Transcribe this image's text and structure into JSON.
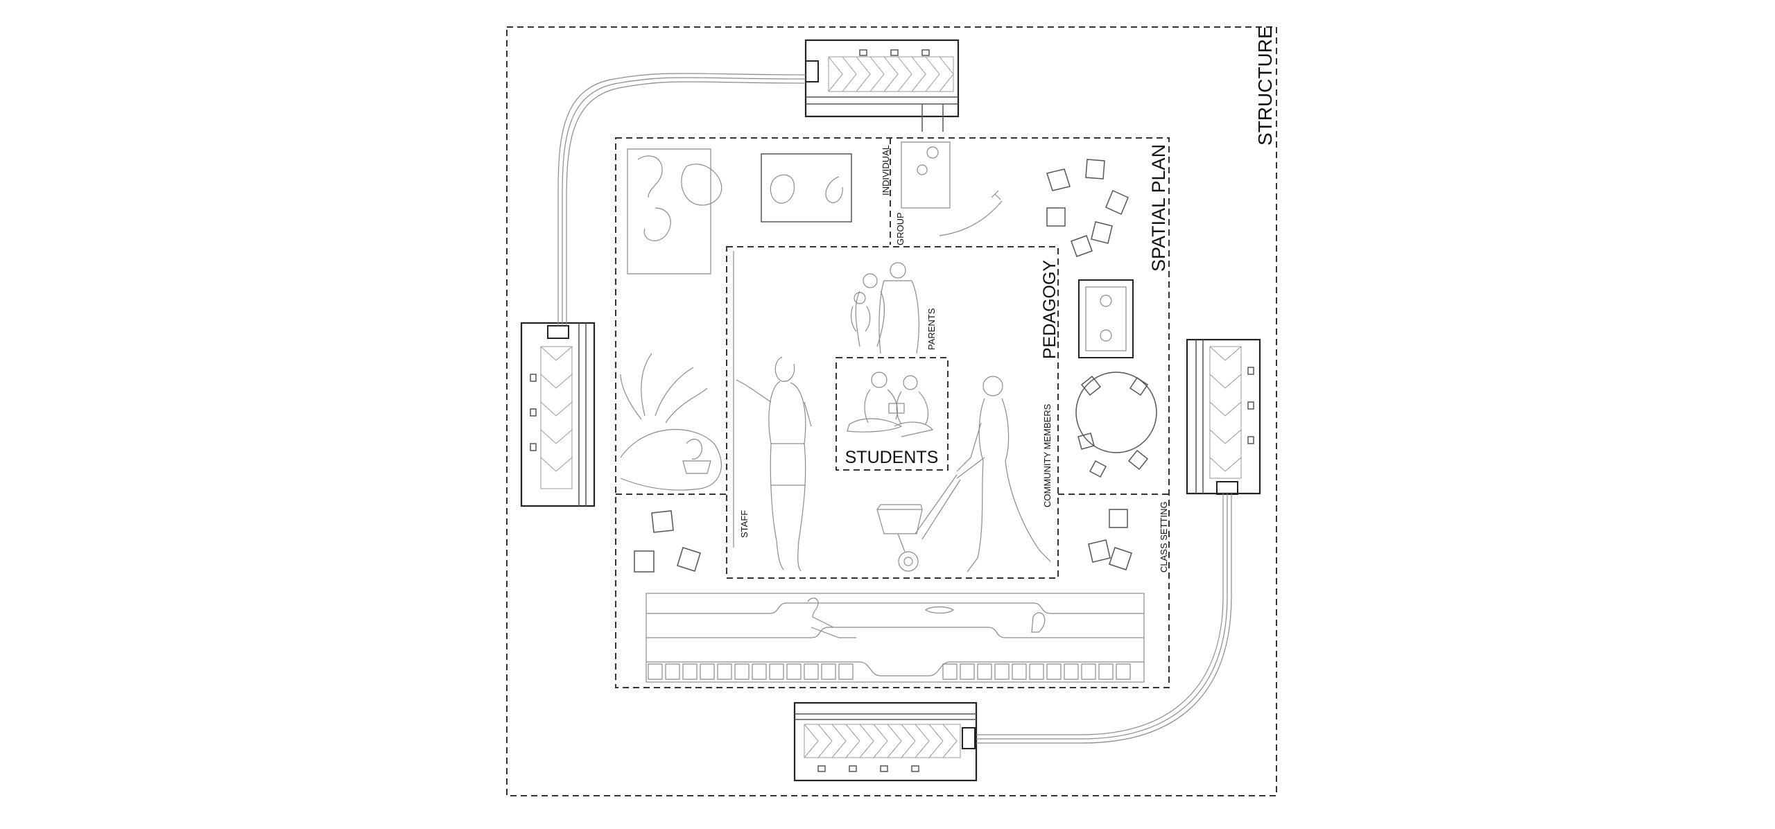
{
  "labels": {
    "structure": "STRUCTURE",
    "spatial_plan": "SPATIAL PLAN",
    "pedagogy": "PEDAGOGY",
    "students": "STUDENTS",
    "parents": "PARENTS",
    "staff": "STAFF",
    "community_members": "COMMUNITY MEMBERS",
    "individual": "INDIVIDUAL",
    "group": "GROUP",
    "class_setting": "CLASS SETTING"
  },
  "colors": {
    "line": "#333333",
    "light_line": "#8a8a8a",
    "background": "#ffffff"
  }
}
